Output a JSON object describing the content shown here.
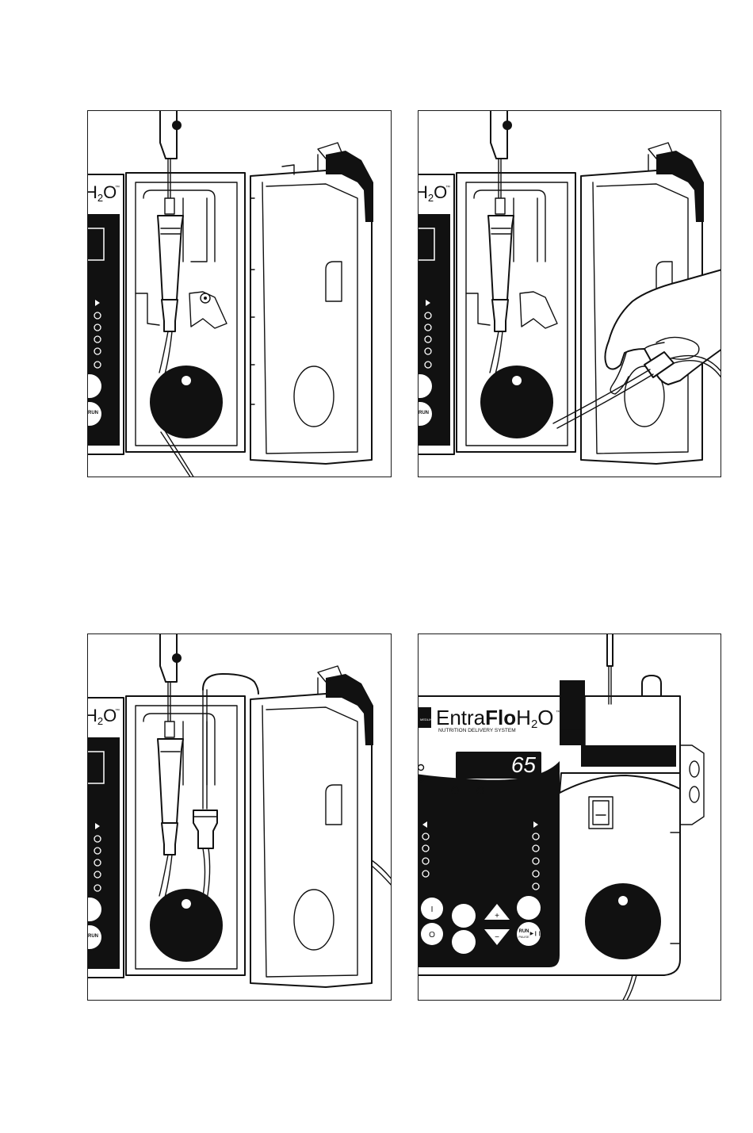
{
  "panels": [
    {
      "id": "step-1",
      "brand_fragment": "H",
      "brand_sub": "2",
      "brand_end": "O",
      "tm": "™",
      "run_label": "RUN"
    },
    {
      "id": "step-2",
      "brand_fragment": "H",
      "brand_sub": "2",
      "brand_end": "O",
      "tm": "™",
      "run_label": "RUN"
    },
    {
      "id": "step-3",
      "brand_fragment": "H",
      "brand_sub": "2",
      "brand_end": "O",
      "tm": "™",
      "run_label": "RUN"
    },
    {
      "id": "step-4",
      "brand_light": "Entra",
      "brand_bold": "Flo",
      "brand_h": "H",
      "brand_sub": "2",
      "brand_o": "O",
      "tm": "™",
      "subtitle": "NUTRITION DELIVERY SYSTEM",
      "logo_text": "MEDLINE",
      "display_value": "65",
      "plus": "+",
      "minus": "−",
      "run_label": "RUN",
      "pause_label": "PAUSE",
      "play_pause_symbol": "▶❙❙",
      "on_symbol": "I",
      "off_symbol": "O"
    }
  ],
  "colors": {
    "ink": "#111111",
    "paper": "#ffffff"
  }
}
